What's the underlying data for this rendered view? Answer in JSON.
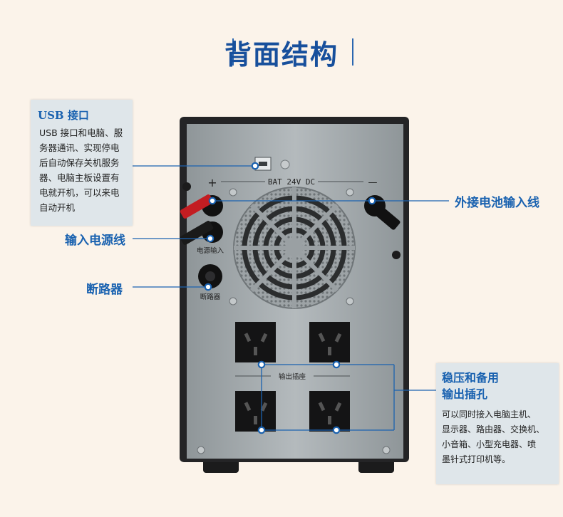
{
  "page": {
    "title": "背面结构"
  },
  "usb_box": {
    "title": "USB 接口",
    "lines": [
      "USB 接口和电脑、服",
      "务器通讯、实现停电",
      "后自动保存关机服务",
      "器、电脑主板设置有",
      "电就开机，可以来电",
      "自动开机"
    ]
  },
  "labels": {
    "input_power": "输入电源线",
    "breaker": "断路器",
    "external_battery": "外接电池输入线"
  },
  "output_box": {
    "title_lines": [
      "稳压和备用",
      "输出插孔"
    ],
    "lines": [
      "可以同时接入电脑主机、",
      "显示器、路由器、交换机、",
      "小音箱、小型充电器、喷",
      "墨针式打印机等。"
    ]
  },
  "device": {
    "bat_label": "BAT 24V DC",
    "plus": "+",
    "minus": "—",
    "power_input_label": "电源输入",
    "breaker_label": "断路器",
    "outlet_label": "输出插座"
  },
  "colors": {
    "accent": "#1a62b0",
    "background": "#fbf3ea",
    "box": "#dfe6ea",
    "panel": "#9fa5a8",
    "case": "#2a2a2c"
  }
}
